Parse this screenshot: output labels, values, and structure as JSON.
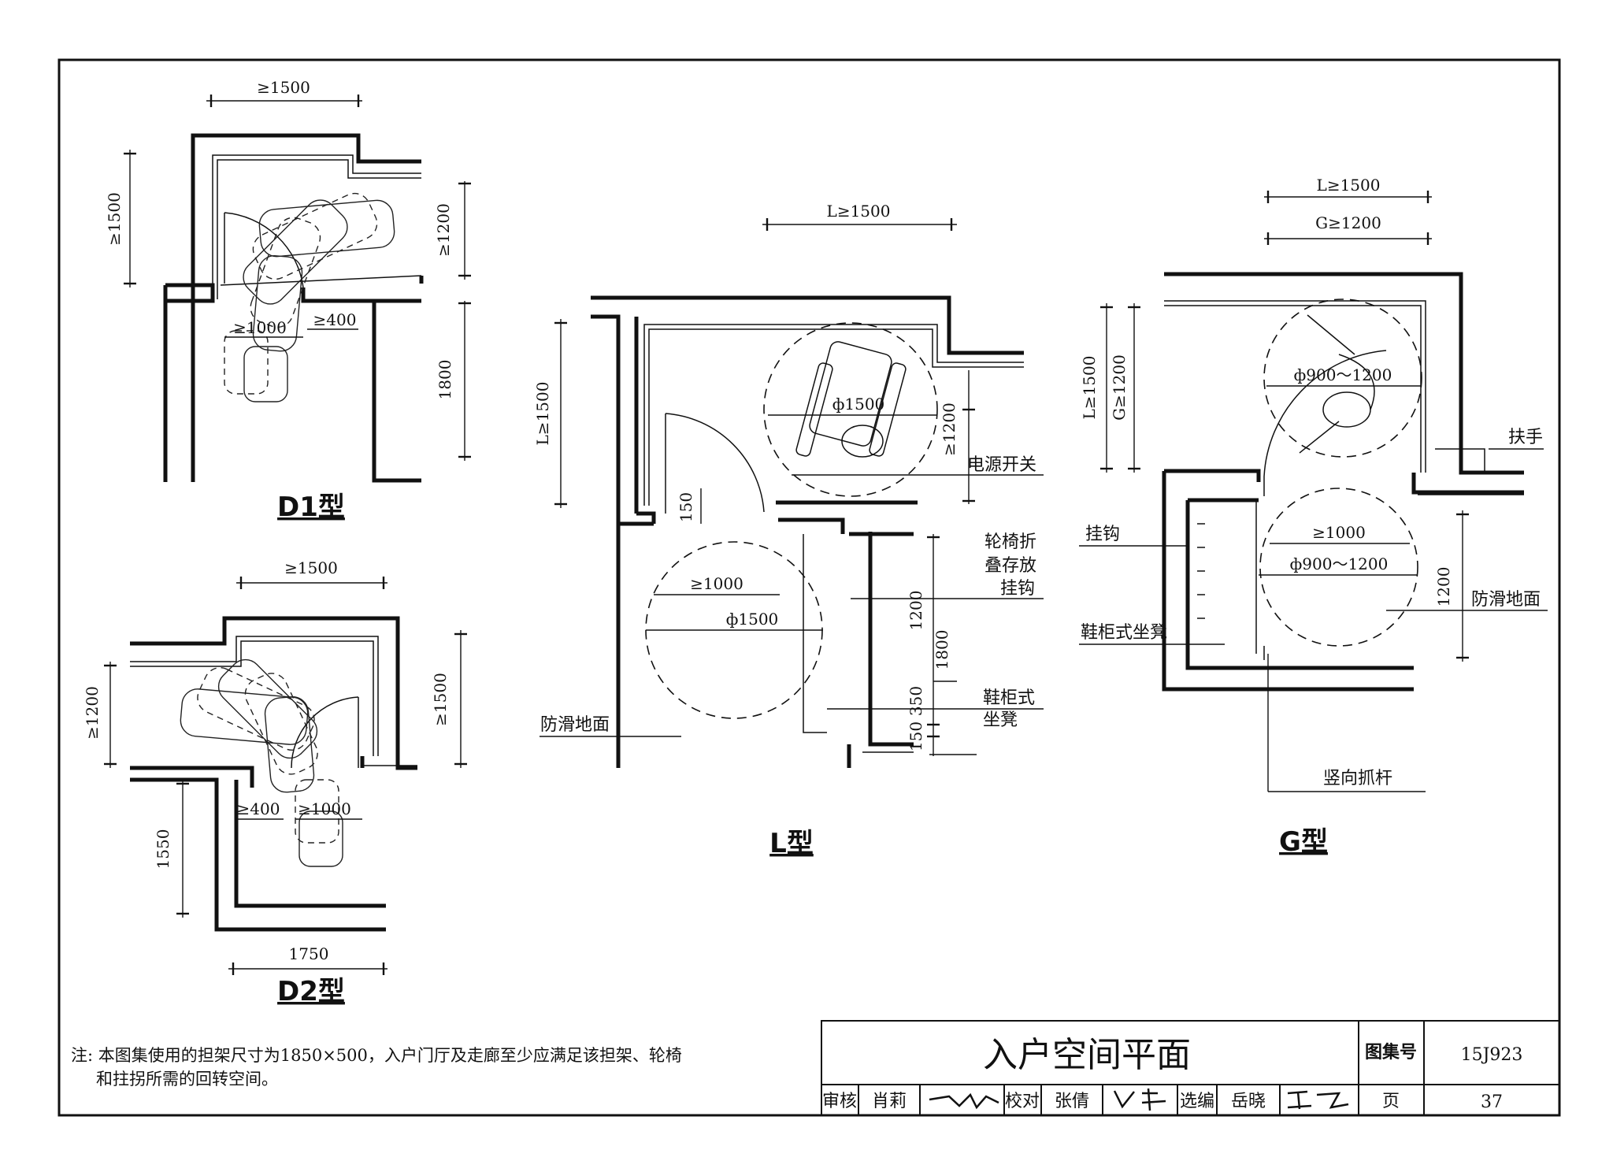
{
  "drawing": {
    "d1": {
      "title": "D1型",
      "dims": {
        "width_top": "≥1500",
        "left_height": "≥1500",
        "right_upper": "≥1200",
        "right_lower": "1800",
        "inner_a": "≥1000",
        "inner_b": "≥400"
      }
    },
    "d2": {
      "title": "D2型",
      "dims": {
        "width_top": "≥1500",
        "left_upper": "≥1200",
        "right_height": "≥1500",
        "left_lower": "1550",
        "bottom_width": "1750",
        "inner_a": "≥400",
        "inner_b": "≥1000"
      }
    },
    "l": {
      "title": "L型",
      "dims": {
        "top": "L≥1500",
        "left": "L≥1500",
        "circle_upper": "ф1500",
        "right_upper": "≥1200",
        "gap": "150",
        "inner": "≥1000",
        "circle_lower": "ф1500",
        "r1": "1200",
        "r2": "1800",
        "r3": "150",
        "r4": "350"
      },
      "labels": {
        "switch": "电源开关",
        "hook1": "轮椅折",
        "hook2": "叠存放",
        "hook3": "挂钩",
        "shoe1": "鞋柜式",
        "shoe2": "坐凳",
        "floor": "防滑地面"
      }
    },
    "g": {
      "title": "G型",
      "dims": {
        "top1": "L≥1500",
        "top2": "G≥1200",
        "left1": "L≥1500",
        "left2": "G≥1200",
        "circle_upper": "ф900～1200",
        "inner": "≥1000",
        "circle_lower": "ф900～1200",
        "right": "1200"
      },
      "labels": {
        "handrail": "扶手",
        "hook": "挂钩",
        "floor": "防滑地面",
        "shoe": "鞋柜式坐凳",
        "grab": "竖向抓杆"
      }
    }
  },
  "note": {
    "line1": "注: 本图集使用的担架尺寸为1850×500，入户门厅及走廊至少应满足该担架、轮椅",
    "line2": "和拄拐所需的回转空间。"
  },
  "title_block": {
    "title": "入户空间平面",
    "atlas_label": "图集号",
    "atlas_no": "15J923",
    "review_label": "审核",
    "review_name": "肖莉",
    "check_label": "校对",
    "check_name": "张倩",
    "design_label": "选编",
    "design_name": "岳晓",
    "page_label": "页",
    "page_no": "37"
  }
}
